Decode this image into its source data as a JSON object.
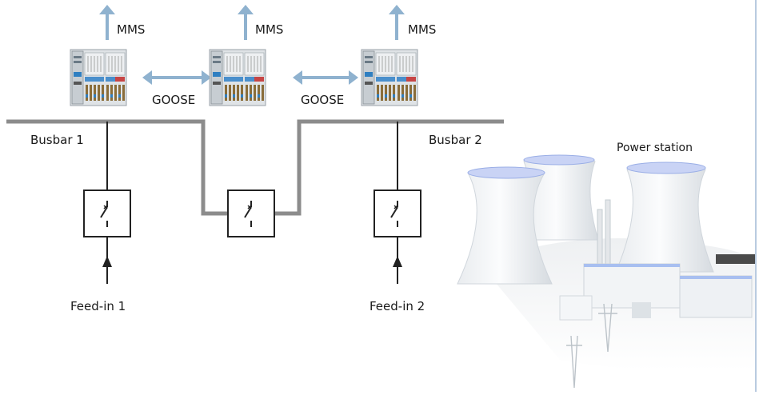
{
  "labels": {
    "mms_1": "MMS",
    "mms_2": "MMS",
    "mms_3": "MMS",
    "goose_1": "GOOSE",
    "goose_2": "GOOSE",
    "busbar_1": "Busbar 1",
    "busbar_2": "Busbar 2",
    "feed_in_1": "Feed-in 1",
    "feed_in_2": "Feed-in 2",
    "power_station": "Power station"
  },
  "colors": {
    "arrow": "#8fb2cf",
    "busbar": "#8c8c8c",
    "line": "#222222",
    "frame": "#b9cbe0"
  },
  "icons": [
    "controller-module-icon",
    "switch-icon",
    "power-station-image"
  ]
}
